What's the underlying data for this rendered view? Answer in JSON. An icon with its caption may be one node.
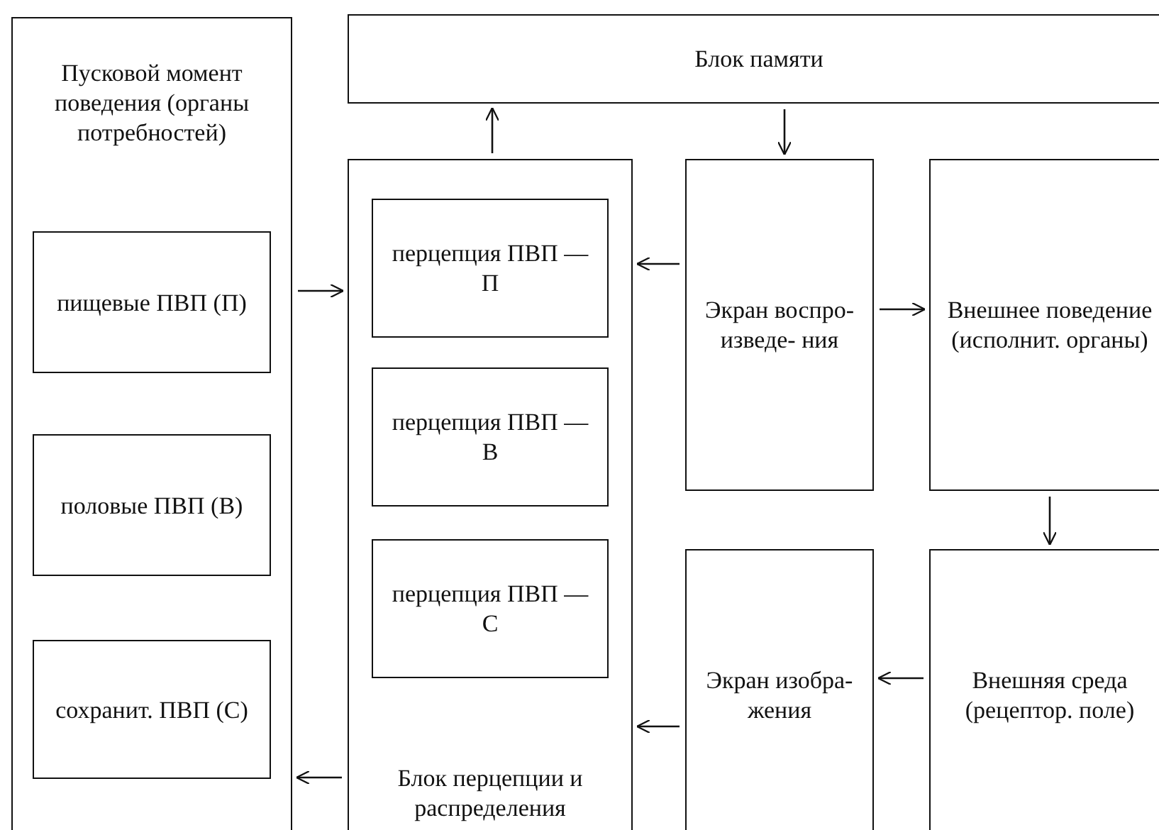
{
  "diagram": {
    "nodes": [
      {
        "text": [
          "Пусковой момент поведения (органы потребностей)"
        ]
      },
      {
        "text": [
          "пищевые ПВП (П)"
        ],
        "in": 0
      },
      {
        "text": [
          "половые ПВП (В)"
        ],
        "in": 0
      },
      {
        "text": [
          "сохранит. ПВП (С)"
        ],
        "in": 0
      },
      {
        "text": [
          "Блок памяти"
        ]
      },
      {
        "text": [
          "Блок перцепции и распределения"
        ]
      },
      {
        "text": [
          "перцепция ПВП — П"
        ],
        "in": 5
      },
      {
        "text": [
          "перцепция ПВП — В"
        ],
        "in": 5
      },
      {
        "text": [
          "перцепция ПВП — С"
        ],
        "in": 5
      },
      {
        "text": [
          "Экран воспро- изведе- ния"
        ]
      },
      {
        "text": [
          "Внешнее поведение (исполнит. органы)"
        ]
      },
      {
        "text": [
          "Экран изобра- жения"
        ]
      },
      {
        "text": [
          "Внешняя среда (рецептор. поле)"
        ]
      }
    ],
    "edges": [
      {
        "from": 0,
        "to": 5,
        "arrow": "to"
      },
      {
        "from": 5,
        "to": 0,
        "arrow": "to"
      },
      {
        "from": 5,
        "to": 4,
        "arrow": "to"
      },
      {
        "from": 4,
        "to": 9,
        "arrow": "to"
      },
      {
        "from": 9,
        "to": 5,
        "arrow": "to"
      },
      {
        "from": 9,
        "to": 10,
        "arrow": "to"
      },
      {
        "from": 10,
        "to": 12,
        "arrow": "to"
      },
      {
        "from": 12,
        "to": 11,
        "arrow": "to"
      },
      {
        "from": 11,
        "to": 5,
        "arrow": "to"
      }
    ]
  }
}
